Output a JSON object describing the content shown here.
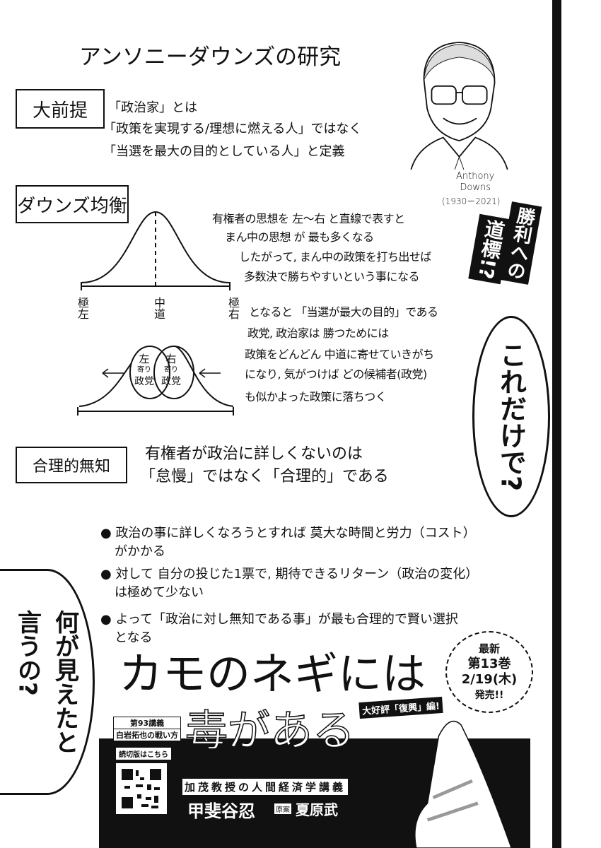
{
  "header": {
    "title": "アンソニーダウンズの研究"
  },
  "premise": {
    "label": "大前提",
    "lines": [
      "「政治家」とは",
      "「政策を実現する/理想に燃える人」ではなく",
      "「当選を最大の目的としている人」と定義"
    ]
  },
  "portrait": {
    "name_line1": "Anthony",
    "name_line2": "Downs",
    "years": "(1930－2021)"
  },
  "equilibrium": {
    "label": "ダウンズ均衡",
    "axis_labels": {
      "left": "極左",
      "center": "中道",
      "right": "極右"
    },
    "party_left": [
      "左",
      "寄り",
      "政党"
    ],
    "party_right": [
      "右",
      "寄り",
      "政党"
    ],
    "paragraph1": [
      "有権者の思想を 左～右 と直線で表すと",
      "まん中の思想 が 最も多くなる",
      "したがって, まん中の政策を打ち出せば",
      "多数決で勝ちやすいという事になる"
    ],
    "paragraph2": [
      "となると 「当選が最大の目的」である",
      "政党, 政治家は 勝つためには",
      "政策をどんどん 中道に寄せていきがち",
      "になり, 気がつけば どの候補者(政党)",
      "も似かよった政策に落ちつく"
    ]
  },
  "ignorance": {
    "label": "合理的無知",
    "lines": [
      "有権者が政治に詳しくないのは",
      "「怠慢」ではなく「合理的」である"
    ],
    "bullets": [
      [
        "政治の事に詳しくなろうとすれば 莫大な時間と労力（コスト）",
        "がかかる"
      ],
      [
        "対して 自分の投じた1票で, 期待できるリターン（政治の変化）",
        "は極めて少ない"
      ],
      [
        "よって「政治に対し無知である事」が最も合理的で賢い選択",
        "となる"
      ]
    ]
  },
  "callouts": {
    "signpost_a": "勝利への",
    "signpost_b": "道標!?",
    "bubble_right": "これだけで?",
    "bubble_left_a": "何が見えたと",
    "bubble_left_b": "言うの?"
  },
  "footer": {
    "title_line1": "カモのネギには",
    "title_line2": "毒がある",
    "tagline": "大好評「復興」編!",
    "episode": "第93講義",
    "episode_title": "白岩拓也の戦い方",
    "read_label": "読切版はこちら",
    "subtitle": "加茂教授の人間経済学講義",
    "author": "甲斐谷忍",
    "original_label": "原案",
    "original_author": "夏原武",
    "badge": [
      "最新",
      "第13巻",
      "2/19(木)",
      "発売!!"
    ]
  }
}
